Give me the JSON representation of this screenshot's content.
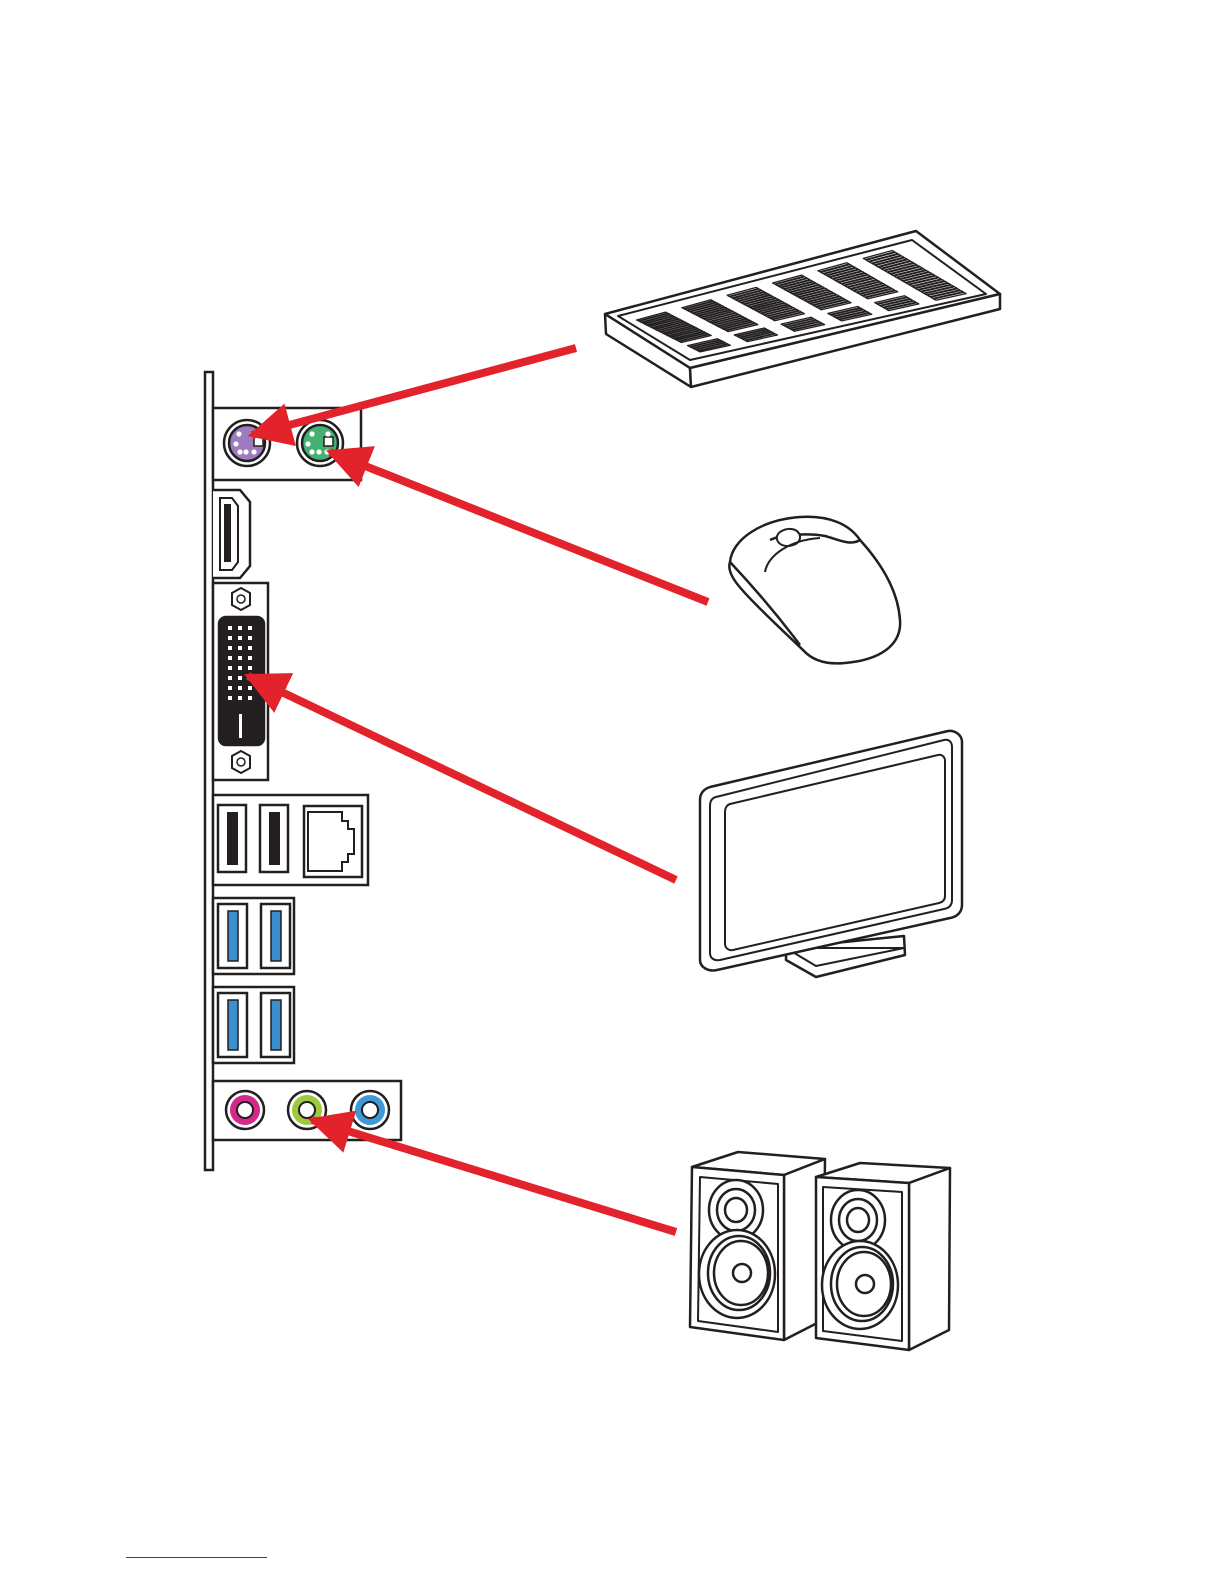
{
  "colors": {
    "arrow": "#e3232b",
    "line": "#231f20",
    "ps2_keyboard_port": "#9c7bbf",
    "ps2_mouse_port": "#46b074",
    "usb3_tongue": "#3b8fcf",
    "audio_mic_in": "#d6288a",
    "audio_line_out": "#9fc93c",
    "audio_line_in": "#3d9ad6",
    "footer_rule": "#2a3db0"
  },
  "io_panel": {
    "ports": [
      "ps2-keyboard-port",
      "ps2-mouse-port",
      "hdmi-port",
      "dvi-port",
      "usb2-port",
      "usb2-port",
      "lan-port",
      "usb3-port",
      "usb3-port",
      "usb3-port",
      "usb3-port",
      "audio-mic-in-jack",
      "audio-line-out-jack",
      "audio-line-in-jack"
    ]
  },
  "devices": [
    "keyboard-icon",
    "mouse-icon",
    "monitor-icon",
    "speakers-icon"
  ],
  "connections": [
    {
      "device": "keyboard",
      "port": "ps2-keyboard-port"
    },
    {
      "device": "mouse",
      "port": "ps2-mouse-port"
    },
    {
      "device": "monitor",
      "port": "dvi-port"
    },
    {
      "device": "speakers",
      "port": "audio-line-out-jack"
    }
  ]
}
